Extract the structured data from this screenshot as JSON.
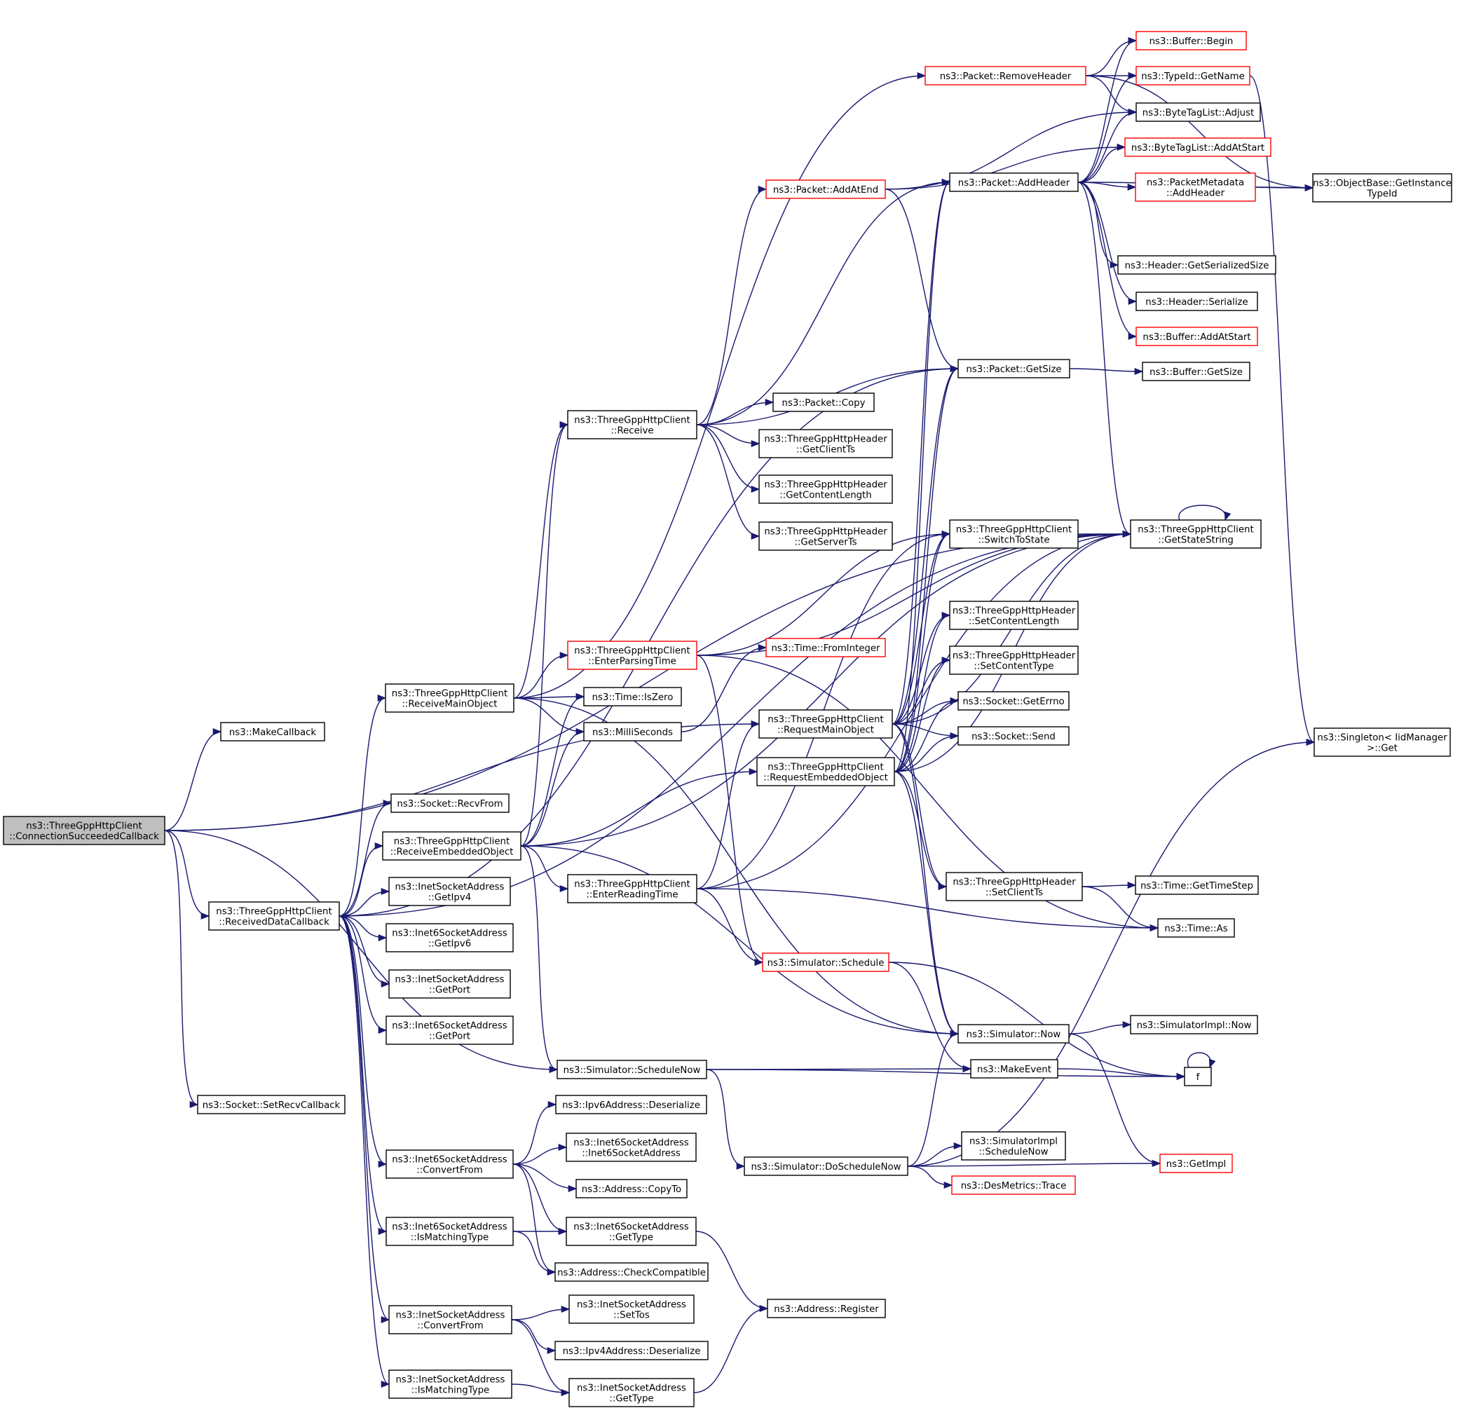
{
  "colors": {
    "edge": "#191970",
    "border_black": "#000000",
    "border_red": "#ff0000",
    "focus_fill": "#bfbfbf",
    "fill": "#ffffff"
  },
  "nodes": [
    {
      "id": "root",
      "lines": [
        "ns3::ThreeGppHttpClient",
        "::ConnectionSucceededCallback"
      ],
      "border": "black",
      "focus": true
    },
    {
      "id": "makecb",
      "lines": [
        "ns3::MakeCallback"
      ],
      "border": "black"
    },
    {
      "id": "rdc",
      "lines": [
        "ns3::ThreeGppHttpClient",
        "::ReceivedDataCallback"
      ],
      "border": "black"
    },
    {
      "id": "setrecv",
      "lines": [
        "ns3::Socket::SetRecvCallback"
      ],
      "border": "black"
    },
    {
      "id": "rmo",
      "lines": [
        "ns3::ThreeGppHttpClient",
        "::ReceiveMainObject"
      ],
      "border": "black"
    },
    {
      "id": "recvfrom",
      "lines": [
        "ns3::Socket::RecvFrom"
      ],
      "border": "black"
    },
    {
      "id": "reo",
      "lines": [
        "ns3::ThreeGppHttpClient",
        "::ReceiveEmbeddedObject"
      ],
      "border": "black"
    },
    {
      "id": "inet_getipv4",
      "lines": [
        "ns3::InetSocketAddress",
        "::GetIpv4"
      ],
      "border": "black"
    },
    {
      "id": "inet6_getipv6",
      "lines": [
        "ns3::Inet6SocketAddress",
        "::GetIpv6"
      ],
      "border": "black"
    },
    {
      "id": "inet_getport",
      "lines": [
        "ns3::InetSocketAddress",
        "::GetPort"
      ],
      "border": "black"
    },
    {
      "id": "inet6_getport",
      "lines": [
        "ns3::Inet6SocketAddress",
        "::GetPort"
      ],
      "border": "black"
    },
    {
      "id": "inet6_convert",
      "lines": [
        "ns3::Inet6SocketAddress",
        "::ConvertFrom"
      ],
      "border": "black"
    },
    {
      "id": "inet6_ismatch",
      "lines": [
        "ns3::Inet6SocketAddress",
        "::IsMatchingType"
      ],
      "border": "black"
    },
    {
      "id": "inet_convert",
      "lines": [
        "ns3::InetSocketAddress",
        "::ConvertFrom"
      ],
      "border": "black"
    },
    {
      "id": "inet_ismatch",
      "lines": [
        "ns3::InetSocketAddress",
        "::IsMatchingType"
      ],
      "border": "black"
    },
    {
      "id": "receive",
      "lines": [
        "ns3::ThreeGppHttpClient",
        "::Receive"
      ],
      "border": "black"
    },
    {
      "id": "ept",
      "lines": [
        "ns3::ThreeGppHttpClient",
        "::EnterParsingTime"
      ],
      "border": "red"
    },
    {
      "id": "iszero",
      "lines": [
        "ns3::Time::IsZero"
      ],
      "border": "black"
    },
    {
      "id": "millis",
      "lines": [
        "ns3::MilliSeconds"
      ],
      "border": "black"
    },
    {
      "id": "ert",
      "lines": [
        "ns3::ThreeGppHttpClient",
        "::EnterReadingTime"
      ],
      "border": "black"
    },
    {
      "id": "schednow",
      "lines": [
        "ns3::Simulator::ScheduleNow"
      ],
      "border": "black"
    },
    {
      "id": "ipv6deser",
      "lines": [
        "ns3::Ipv6Address::Deserialize"
      ],
      "border": "black"
    },
    {
      "id": "inet6ctor",
      "lines": [
        "ns3::Inet6SocketAddress",
        "::Inet6SocketAddress"
      ],
      "border": "black"
    },
    {
      "id": "copyto",
      "lines": [
        "ns3::Address::CopyTo"
      ],
      "border": "black"
    },
    {
      "id": "inet6_gettype",
      "lines": [
        "ns3::Inet6SocketAddress",
        "::GetType"
      ],
      "border": "black"
    },
    {
      "id": "checkcompat",
      "lines": [
        "ns3::Address::CheckCompatible"
      ],
      "border": "black"
    },
    {
      "id": "settos",
      "lines": [
        "ns3::InetSocketAddress",
        "::SetTos"
      ],
      "border": "black"
    },
    {
      "id": "ipv4deser",
      "lines": [
        "ns3::Ipv4Address::Deserialize"
      ],
      "border": "black"
    },
    {
      "id": "inet_gettype",
      "lines": [
        "ns3::InetSocketAddress",
        "::GetType"
      ],
      "border": "black"
    },
    {
      "id": "removeheader",
      "lines": [
        "ns3::Packet::RemoveHeader"
      ],
      "border": "red"
    },
    {
      "id": "addatend",
      "lines": [
        "ns3::Packet::AddAtEnd"
      ],
      "border": "red"
    },
    {
      "id": "copy",
      "lines": [
        "ns3::Packet::Copy"
      ],
      "border": "black"
    },
    {
      "id": "getclientts",
      "lines": [
        "ns3::ThreeGppHttpHeader",
        "::GetClientTs"
      ],
      "border": "black"
    },
    {
      "id": "getcontentlength",
      "lines": [
        "ns3::ThreeGppHttpHeader",
        "::GetContentLength"
      ],
      "border": "black"
    },
    {
      "id": "getserverts",
      "lines": [
        "ns3::ThreeGppHttpHeader",
        "::GetServerTs"
      ],
      "border": "black"
    },
    {
      "id": "frominteger",
      "lines": [
        "ns3::Time::FromInteger"
      ],
      "border": "red"
    },
    {
      "id": "rqmo",
      "lines": [
        "ns3::ThreeGppHttpClient",
        "::RequestMainObject"
      ],
      "border": "black"
    },
    {
      "id": "rqeo",
      "lines": [
        "ns3::ThreeGppHttpClient",
        "::RequestEmbeddedObject"
      ],
      "border": "black"
    },
    {
      "id": "schedule",
      "lines": [
        "ns3::Simulator::Schedule"
      ],
      "border": "red"
    },
    {
      "id": "doschednow",
      "lines": [
        "ns3::Simulator::DoScheduleNow"
      ],
      "border": "black"
    },
    {
      "id": "register",
      "lines": [
        "ns3::Address::Register"
      ],
      "border": "black"
    },
    {
      "id": "addheader",
      "lines": [
        "ns3::Packet::AddHeader"
      ],
      "border": "black"
    },
    {
      "id": "getsize",
      "lines": [
        "ns3::Packet::GetSize"
      ],
      "border": "black"
    },
    {
      "id": "switchtostate",
      "lines": [
        "ns3::ThreeGppHttpClient",
        "::SwitchToState"
      ],
      "border": "black"
    },
    {
      "id": "setcontentlength",
      "lines": [
        "ns3::ThreeGppHttpHeader",
        "::SetContentLength"
      ],
      "border": "black"
    },
    {
      "id": "setcontenttype",
      "lines": [
        "ns3::ThreeGppHttpHeader",
        "::SetContentType"
      ],
      "border": "black"
    },
    {
      "id": "geterrno",
      "lines": [
        "ns3::Socket::GetErrno"
      ],
      "border": "black"
    },
    {
      "id": "send",
      "lines": [
        "ns3::Socket::Send"
      ],
      "border": "black"
    },
    {
      "id": "setclientts",
      "lines": [
        "ns3::ThreeGppHttpHeader",
        "::SetClientTs"
      ],
      "border": "black"
    },
    {
      "id": "simnow",
      "lines": [
        "ns3::Simulator::Now"
      ],
      "border": "black"
    },
    {
      "id": "makeevent",
      "lines": [
        "ns3::MakeEvent"
      ],
      "border": "black"
    },
    {
      "id": "simimpl_schednow",
      "lines": [
        "ns3::SimulatorImpl",
        "::ScheduleNow"
      ],
      "border": "black"
    },
    {
      "id": "trace",
      "lines": [
        "ns3::DesMetrics::Trace"
      ],
      "border": "red"
    },
    {
      "id": "begin",
      "lines": [
        "ns3::Buffer::Begin"
      ],
      "border": "red"
    },
    {
      "id": "getname",
      "lines": [
        "ns3::TypeId::GetName"
      ],
      "border": "red"
    },
    {
      "id": "adjust",
      "lines": [
        "ns3::ByteTagList::Adjust"
      ],
      "border": "black"
    },
    {
      "id": "addatstart_btl",
      "lines": [
        "ns3::ByteTagList::AddAtStart"
      ],
      "border": "red"
    },
    {
      "id": "pm_addheader",
      "lines": [
        "ns3::PacketMetadata",
        "::AddHeader"
      ],
      "border": "red"
    },
    {
      "id": "getserializedsize",
      "lines": [
        "ns3::Header::GetSerializedSize"
      ],
      "border": "black"
    },
    {
      "id": "serialize",
      "lines": [
        "ns3::Header::Serialize"
      ],
      "border": "black"
    },
    {
      "id": "buf_addatstart",
      "lines": [
        "ns3::Buffer::AddAtStart"
      ],
      "border": "red"
    },
    {
      "id": "buf_getsize",
      "lines": [
        "ns3::Buffer::GetSize"
      ],
      "border": "black"
    },
    {
      "id": "getstatestring",
      "lines": [
        "ns3::ThreeGppHttpClient",
        "::GetStateString"
      ],
      "border": "black"
    },
    {
      "id": "gettimestep",
      "lines": [
        "ns3::Time::GetTimeStep"
      ],
      "border": "black"
    },
    {
      "id": "as",
      "lines": [
        "ns3::Time::As"
      ],
      "border": "black"
    },
    {
      "id": "simimpl_now",
      "lines": [
        "ns3::SimulatorImpl::Now"
      ],
      "border": "black"
    },
    {
      "id": "f",
      "lines": [
        "f"
      ],
      "border": "black"
    },
    {
      "id": "getimpl",
      "lines": [
        "ns3::GetImpl"
      ],
      "border": "red"
    },
    {
      "id": "getinstancetypeid",
      "lines": [
        "ns3::ObjectBase::GetInstance",
        "TypeId"
      ],
      "border": "black"
    },
    {
      "id": "singleton_get",
      "lines": [
        "ns3::Singleton< IidManager",
        " >::Get"
      ],
      "border": "black"
    }
  ],
  "edges": [
    [
      "root",
      "makecb"
    ],
    [
      "root",
      "rdc"
    ],
    [
      "root",
      "setrecv"
    ],
    [
      "root",
      "rqmo"
    ],
    [
      "root",
      "getstatestring"
    ],
    [
      "root",
      "schednow"
    ],
    [
      "rdc",
      "rmo"
    ],
    [
      "rdc",
      "recvfrom"
    ],
    [
      "rdc",
      "reo"
    ],
    [
      "rdc",
      "inet_getipv4"
    ],
    [
      "rdc",
      "inet6_getipv6"
    ],
    [
      "rdc",
      "inet_getport"
    ],
    [
      "rdc",
      "inet6_getport"
    ],
    [
      "rdc",
      "inet6_convert"
    ],
    [
      "rdc",
      "inet6_ismatch"
    ],
    [
      "rdc",
      "inet_convert"
    ],
    [
      "rdc",
      "inet_ismatch"
    ],
    [
      "rdc",
      "getsize"
    ],
    [
      "rdc",
      "getstatestring"
    ],
    [
      "rmo",
      "receive"
    ],
    [
      "rmo",
      "ept"
    ],
    [
      "rmo",
      "iszero"
    ],
    [
      "rmo",
      "millis"
    ],
    [
      "rmo",
      "simnow"
    ],
    [
      "rmo",
      "removeheader"
    ],
    [
      "reo",
      "receive"
    ],
    [
      "reo",
      "iszero"
    ],
    [
      "reo",
      "millis"
    ],
    [
      "reo",
      "ert"
    ],
    [
      "reo",
      "rqeo"
    ],
    [
      "reo",
      "schednow"
    ],
    [
      "reo",
      "simnow"
    ],
    [
      "reo",
      "getstatestring"
    ],
    [
      "inet6_convert",
      "ipv6deser"
    ],
    [
      "inet6_convert",
      "inet6ctor"
    ],
    [
      "inet6_convert",
      "copyto"
    ],
    [
      "inet6_convert",
      "inet6_gettype"
    ],
    [
      "inet6_convert",
      "checkcompat"
    ],
    [
      "inet6_ismatch",
      "inet6_gettype"
    ],
    [
      "inet6_ismatch",
      "checkcompat"
    ],
    [
      "inet_convert",
      "settos"
    ],
    [
      "inet_convert",
      "ipv4deser"
    ],
    [
      "inet_convert",
      "inet_gettype"
    ],
    [
      "inet_ismatch",
      "inet_gettype"
    ],
    [
      "inet6_gettype",
      "register"
    ],
    [
      "inet_gettype",
      "register"
    ],
    [
      "receive",
      "addatend"
    ],
    [
      "receive",
      "copy"
    ],
    [
      "receive",
      "getclientts"
    ],
    [
      "receive",
      "getcontentlength"
    ],
    [
      "receive",
      "getserverts"
    ],
    [
      "receive",
      "getsize"
    ],
    [
      "receive",
      "addheader"
    ],
    [
      "ept",
      "getstatestring"
    ],
    [
      "ept",
      "switchtostate"
    ],
    [
      "ept",
      "schedule"
    ],
    [
      "ept",
      "as"
    ],
    [
      "millis",
      "frominteger"
    ],
    [
      "ert",
      "rqmo"
    ],
    [
      "ert",
      "switchtostate"
    ],
    [
      "ert",
      "getstatestring"
    ],
    [
      "ert",
      "schedule"
    ],
    [
      "ert",
      "as"
    ],
    [
      "schednow",
      "makeevent"
    ],
    [
      "schednow",
      "doschednow"
    ],
    [
      "schednow",
      "f"
    ],
    [
      "addatend",
      "adjust"
    ],
    [
      "addatend",
      "addatstart_btl"
    ],
    [
      "addatend",
      "getsize"
    ],
    [
      "removeheader",
      "begin"
    ],
    [
      "removeheader",
      "getname"
    ],
    [
      "removeheader",
      "adjust"
    ],
    [
      "removeheader",
      "getinstancetypeid"
    ],
    [
      "rqmo",
      "addheader"
    ],
    [
      "rqmo",
      "getsize"
    ],
    [
      "rqmo",
      "switchtostate"
    ],
    [
      "rqmo",
      "setcontentlength"
    ],
    [
      "rqmo",
      "setcontenttype"
    ],
    [
      "rqmo",
      "geterrno"
    ],
    [
      "rqmo",
      "send"
    ],
    [
      "rqmo",
      "setclientts"
    ],
    [
      "rqmo",
      "simnow"
    ],
    [
      "rqmo",
      "getstatestring"
    ],
    [
      "rqeo",
      "addheader"
    ],
    [
      "rqeo",
      "getsize"
    ],
    [
      "rqeo",
      "switchtostate"
    ],
    [
      "rqeo",
      "setcontentlength"
    ],
    [
      "rqeo",
      "setcontenttype"
    ],
    [
      "rqeo",
      "geterrno"
    ],
    [
      "rqeo",
      "send"
    ],
    [
      "rqeo",
      "setclientts"
    ],
    [
      "rqeo",
      "simnow"
    ],
    [
      "rqeo",
      "getstatestring"
    ],
    [
      "schedule",
      "makeevent"
    ],
    [
      "schedule",
      "f"
    ],
    [
      "doschednow",
      "simimpl_schednow"
    ],
    [
      "doschednow",
      "trace"
    ],
    [
      "doschednow",
      "getimpl"
    ],
    [
      "doschednow",
      "simnow"
    ],
    [
      "doschednow",
      "singleton_get"
    ],
    [
      "addheader",
      "begin"
    ],
    [
      "addheader",
      "getname"
    ],
    [
      "addheader",
      "adjust"
    ],
    [
      "addheader",
      "addatstart_btl"
    ],
    [
      "addheader",
      "pm_addheader"
    ],
    [
      "addheader",
      "getinstancetypeid"
    ],
    [
      "addheader",
      "getserializedsize"
    ],
    [
      "addheader",
      "serialize"
    ],
    [
      "addheader",
      "buf_addatstart"
    ],
    [
      "addheader",
      "getstatestring"
    ],
    [
      "getsize",
      "buf_getsize"
    ],
    [
      "switchtostate",
      "getstatestring"
    ],
    [
      "setclientts",
      "gettimestep"
    ],
    [
      "setclientts",
      "as"
    ],
    [
      "simnow",
      "simimpl_now"
    ],
    [
      "simnow",
      "getimpl"
    ],
    [
      "makeevent",
      "f"
    ],
    [
      "getname",
      "singleton_get"
    ],
    [
      "pm_addheader",
      "getinstancetypeid"
    ],
    [
      "getstatestring",
      "getstatestring"
    ],
    [
      "f",
      "f"
    ]
  ]
}
